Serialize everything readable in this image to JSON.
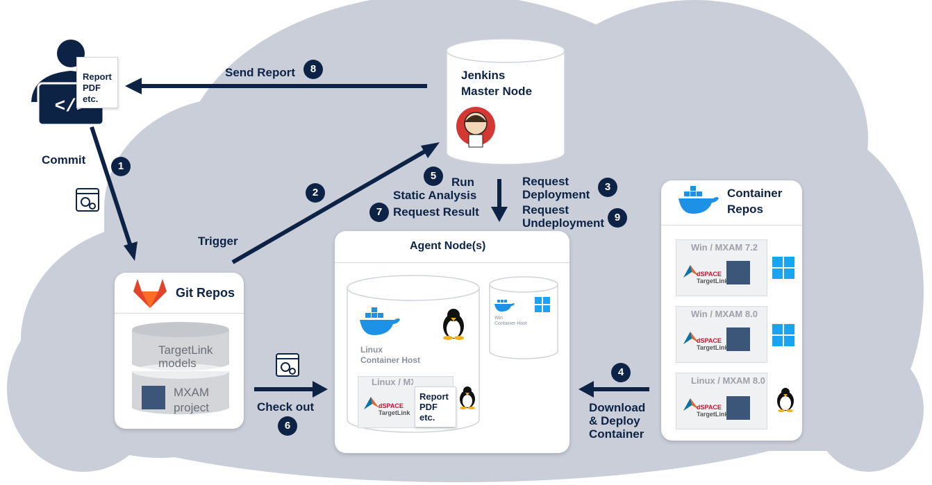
{
  "user": {
    "icon": "developer-icon",
    "report_note": [
      "Report",
      "PDF",
      "etc."
    ]
  },
  "steps": {
    "send_report": {
      "label": "Send Report",
      "num": "8"
    },
    "commit": {
      "label": "Commit",
      "num": "1"
    },
    "trigger": {
      "label": "Trigger",
      "num": "2"
    },
    "run": {
      "line1": "Run",
      "line2": "Static Analysis",
      "num": "5"
    },
    "request_result": {
      "label": "Request Result",
      "num": "7"
    },
    "request_deployment": {
      "line1": "Request",
      "line2": "Deployment",
      "num": "3"
    },
    "request_undeployment": {
      "line1": "Request",
      "line2": "Undeployment",
      "num": "9"
    },
    "check_out": {
      "label": "Check out",
      "num": "6"
    },
    "download": {
      "line1": "Download",
      "line2": "& Deploy",
      "line3": "Container",
      "num": "4"
    }
  },
  "jenkins": {
    "line1": "Jenkins",
    "line2": "Master Node",
    "icon": "jenkins-icon"
  },
  "git_repos": {
    "title": "Git Repos",
    "icon": "gitlab-icon",
    "db_top": [
      "TargetLink",
      "models"
    ],
    "db_bottom": [
      "MXAM",
      "project"
    ]
  },
  "agent": {
    "title": "Agent Node(s)",
    "linux_host": [
      "Linux",
      "Container Host"
    ],
    "win_host": [
      "Win",
      "Container Host"
    ],
    "linux_tile": "Linux / MXAM 8.0",
    "report_note": [
      "Report",
      "PDF",
      "etc."
    ]
  },
  "container_repos": {
    "title_line1": "Container",
    "title_line2": "Repos",
    "tiles": [
      "Win / MXAM 7.2",
      "Win / MXAM 8.0",
      "Linux / MXAM 8.0"
    ]
  },
  "targetlink_logo": {
    "brand": "dSPACE",
    "product": "TargetLink"
  },
  "colors": {
    "navy": "#0d2346",
    "cloud": "#c9ced9",
    "docker": "#1d91e6",
    "windows": "#1aa3f0",
    "gitlab": "#e2432a",
    "jenkins_red": "#d33833"
  }
}
